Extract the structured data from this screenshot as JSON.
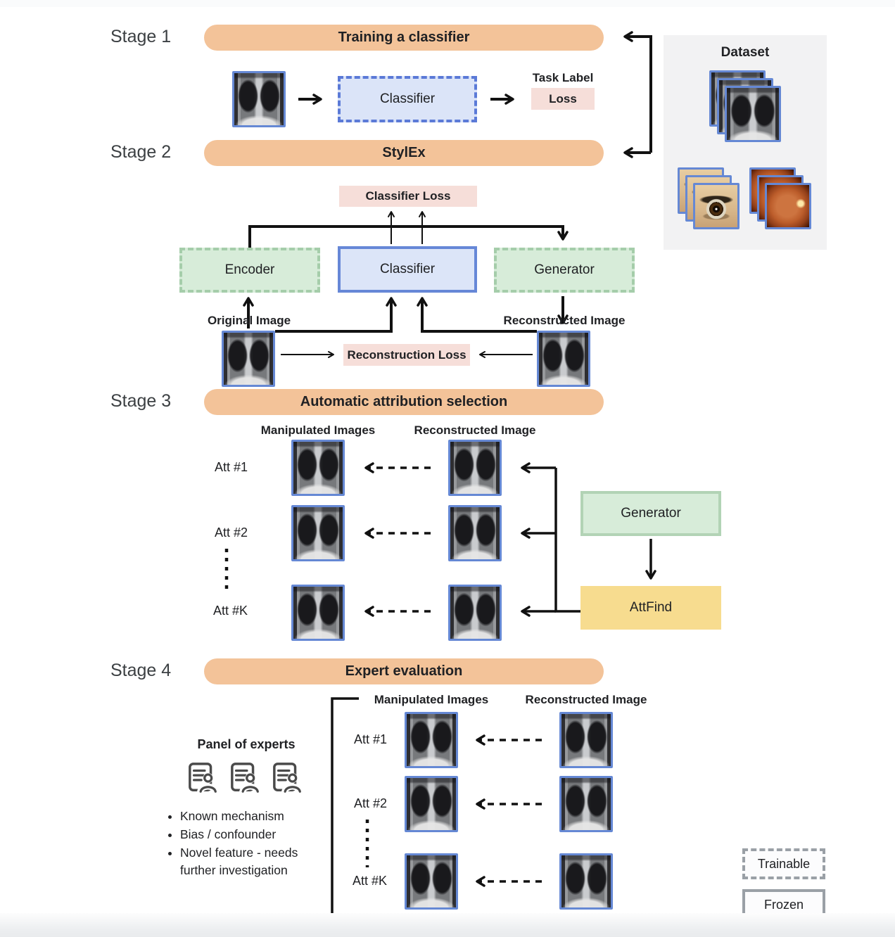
{
  "stages": [
    {
      "label": "Stage 1",
      "title": "Training a classifier"
    },
    {
      "label": "Stage 2",
      "title": "StylEx"
    },
    {
      "label": "Stage 3",
      "title": "Automatic attribution selection"
    },
    {
      "label": "Stage 4",
      "title": "Expert evaluation"
    }
  ],
  "stage1": {
    "classifier_label": "Classifier",
    "task_label": "Task Label",
    "loss_label": "Loss"
  },
  "dataset": {
    "title": "Dataset",
    "image_stacks": [
      "chest-xray-stack",
      "eye-photo-stack",
      "retina-fundus-stack"
    ]
  },
  "stage2": {
    "classifier_loss_label": "Classifier Loss",
    "encoder_label": "Encoder",
    "classifier_label": "Classifier",
    "generator_label": "Generator",
    "original_image_label": "Original Image",
    "reconstructed_image_label": "Reconstructed Image",
    "reconstruction_loss_label": "Reconstruction Loss"
  },
  "stage3": {
    "manipulated_header": "Manipulated Images",
    "reconstructed_header": "Reconstructed Image",
    "att_labels": [
      "Att #1",
      "Att #2",
      "Att #K"
    ],
    "generator_label": "Generator",
    "attfind_label": "AttFind"
  },
  "stage4": {
    "manipulated_header": "Manipulated Images",
    "reconstructed_header": "Reconstructed Image",
    "att_labels": [
      "Att #1",
      "Att #2",
      "Att #K"
    ],
    "panel_title": "Panel of experts",
    "bullets": [
      "Known mechanism",
      "Bias / confounder",
      "Novel feature - needs further investigation"
    ]
  },
  "legend": {
    "trainable": "Trainable",
    "frozen": "Frozen"
  },
  "colors": {
    "stage_pill_orange": "#f3c399",
    "loss_pink": "#f6ded9",
    "trainable_blue_fill": "#dbe4f8",
    "blue_border": "#5b7ad7",
    "green_fill": "#d7ecd9",
    "green_dashed_border": "#a5cdaa",
    "attfind_yellow": "#f7dc8f",
    "image_border_blue": "#6588d4",
    "legend_gray": "#9aa0a6",
    "arrow_black": "#111111"
  }
}
